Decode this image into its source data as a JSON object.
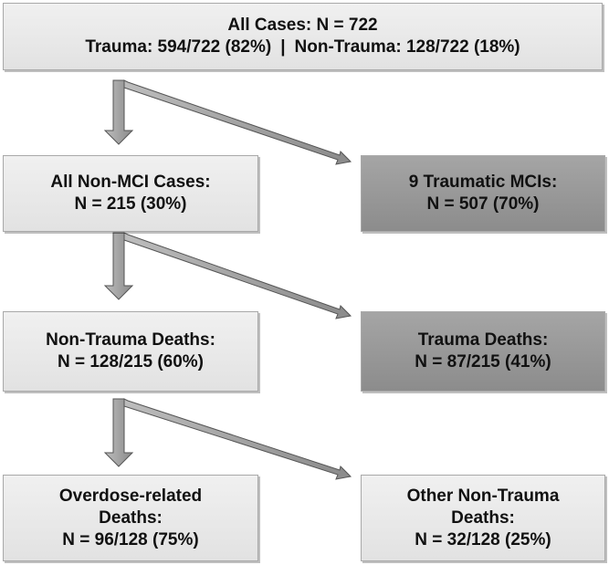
{
  "flowchart": {
    "all_cases": {
      "title": "All Cases: N = 722",
      "trauma": "Trauma: 594/722 (82%)",
      "separator": "|",
      "non_trauma": "Non-Trauma: 128/722 (18%)"
    },
    "non_mci": {
      "line1": "All Non-MCI Cases:",
      "line2": "N = 215 (30%)"
    },
    "traumatic_mci": {
      "line1": "9 Traumatic MCIs:",
      "line2": "N = 507 (70%)"
    },
    "non_trauma_deaths": {
      "line1": "Non-Trauma Deaths:",
      "line2": "N = 128/215 (60%)"
    },
    "trauma_deaths": {
      "line1": "Trauma Deaths:",
      "line2": "N = 87/215 (41%)"
    },
    "overdose_deaths": {
      "line1": "Overdose-related",
      "line2": "Deaths:",
      "line3": "N = 96/128 (75%)"
    },
    "other_non_trauma_deaths": {
      "line1": "Other Non-Trauma",
      "line2": "Deaths:",
      "line3": "N = 32/128 (25%)"
    }
  },
  "colors": {
    "light_box": "#e6e6e6",
    "dark_box": "#999999",
    "border": "#a9a9a9",
    "arrow_fill": "#9c9c9c",
    "arrow_stroke": "#555555"
  }
}
